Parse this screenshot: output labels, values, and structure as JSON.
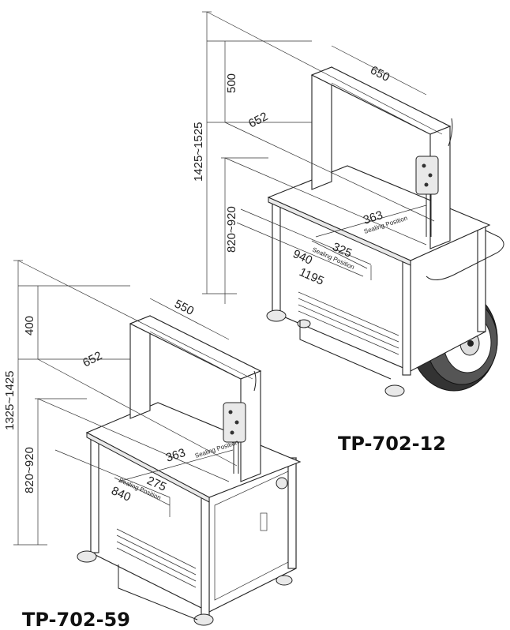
{
  "machines": [
    {
      "model": "TP-702-12",
      "dimensions": {
        "overall_height": "1425~1525",
        "arch_height": "500",
        "arch_width": "650",
        "depth": "652",
        "table_height": "820~920",
        "sealing_from_front": "363",
        "sealing_width": "325",
        "table_width": "940",
        "overall_width": "1195"
      },
      "sealing_label": "Sealing Position"
    },
    {
      "model": "TP-702-59",
      "dimensions": {
        "overall_height": "1325~1425",
        "arch_height": "400",
        "arch_width": "550",
        "depth": "652",
        "table_height": "820~920",
        "sealing_from_front": "363",
        "sealing_width": "275",
        "table_width": "840"
      },
      "sealing_label": "Sealing Position"
    }
  ]
}
